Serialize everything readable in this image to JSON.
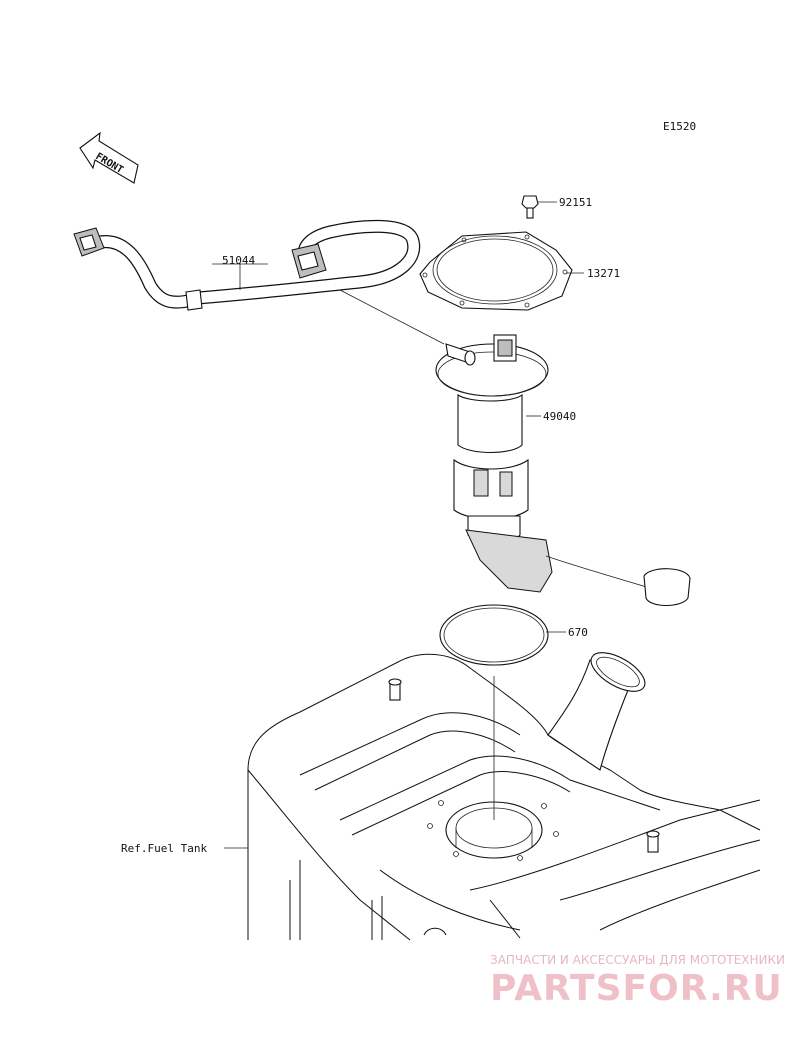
{
  "diagram_code": "E1520",
  "front_label": "FRONT",
  "parts": [
    {
      "number": "92151"
    },
    {
      "number": "13271"
    },
    {
      "number": "51044"
    },
    {
      "number": "49040"
    },
    {
      "number": "670"
    }
  ],
  "ref_label": "Ref.Fuel Tank",
  "watermark": {
    "subtitle": "ЗАПЧАСТИ И АКСЕССУАРЫ ДЛЯ МОТОТЕХНИКИ",
    "brand": "PARTSFOR.RU"
  }
}
